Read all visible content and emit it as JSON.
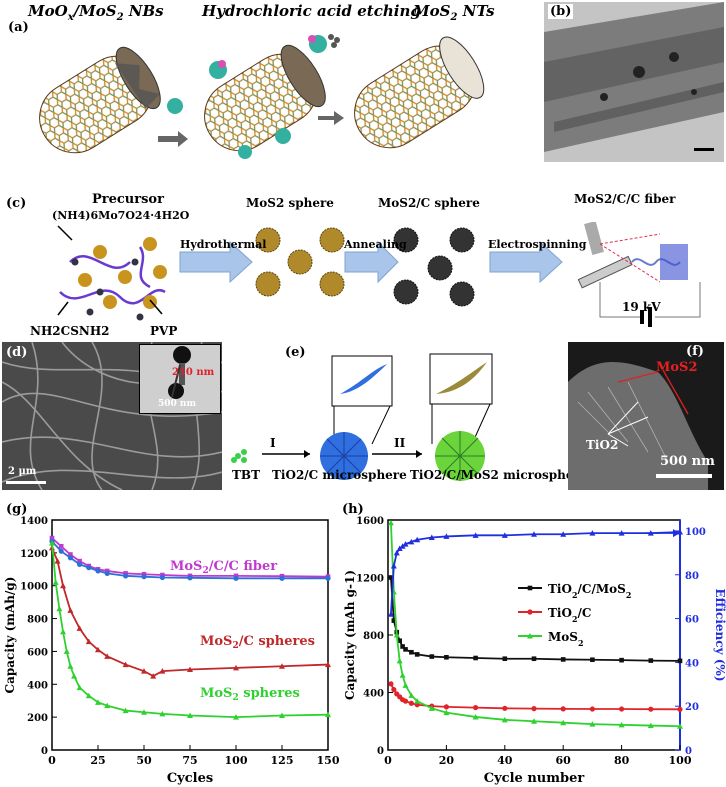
{
  "panel_a": {
    "label": "(a)",
    "title1_main": "MoO",
    "title1_sub": "x",
    "title1_rest": "/MoS",
    "title1_sub2": "2",
    "title1_end": " NBs",
    "title2": "Hydrochloric acid etching",
    "title3_main": "MoS",
    "title3_sub": "2",
    "title3_end": " NTs"
  },
  "panel_b": {
    "label": "(b)"
  },
  "panel_c": {
    "label": "(c)",
    "precursor": "Precursor",
    "formula": "(NH4)6Mo7O24·4H2O",
    "step1": "Hydrothermal",
    "step2": "Annealing",
    "step3": "Electrospinning",
    "sphere1": "MoS2 sphere",
    "sphere2": "MoS2/C sphere",
    "fiber": "MoS2/C/C fiber",
    "reagent": "NH2CSNH2",
    "pvp": "PVP",
    "voltage": "19 kV"
  },
  "panel_d": {
    "label": "(d)",
    "inset_value": "210 nm",
    "inset_scale": "500 nm",
    "scale": "2 μm"
  },
  "panel_e": {
    "label": "(e)",
    "step1": "I",
    "step2": "II",
    "tbt": "TBT",
    "micro1": "TiO2/C microsphere",
    "micro2": "TiO2/C/MoS2 microsphere"
  },
  "panel_f": {
    "label": "(f)",
    "mos2": "MoS2",
    "tio2": "TiO2",
    "scale": "500 nm"
  },
  "colors": {
    "blue_arrow": "#a9c6ea",
    "magenta": "#c03ad0",
    "red": "#c0282a",
    "green": "#2fd12f",
    "blue": "#1f2fe0"
  },
  "chart_data": [
    {
      "type": "line",
      "panel": "(g)",
      "xlabel": "Cycles",
      "ylabel": "Capacity (mAh/g)",
      "xlim": [
        0,
        150
      ],
      "ylim": [
        0,
        1400
      ],
      "xticks": [
        0,
        25,
        50,
        75,
        100,
        125,
        150
      ],
      "yticks": [
        0,
        200,
        400,
        600,
        800,
        1000,
        1200,
        1400
      ],
      "series": [
        {
          "name": "MoS2/C/C fiber",
          "color": "#c03ad0",
          "x": [
            0,
            5,
            10,
            15,
            20,
            25,
            30,
            40,
            50,
            60,
            75,
            100,
            125,
            150
          ],
          "y": [
            1290,
            1240,
            1190,
            1150,
            1120,
            1100,
            1090,
            1075,
            1070,
            1065,
            1060,
            1060,
            1058,
            1055
          ]
        },
        {
          "name": "",
          "color": "#2e6fd8",
          "x": [
            0,
            5,
            10,
            15,
            20,
            25,
            30,
            40,
            50,
            60,
            75,
            100,
            125,
            150
          ],
          "y": [
            1270,
            1210,
            1170,
            1130,
            1110,
            1090,
            1075,
            1060,
            1055,
            1050,
            1048,
            1045,
            1045,
            1045
          ]
        },
        {
          "name": "MoS2/C spheres",
          "color": "#c0282a",
          "x": [
            0,
            3,
            6,
            10,
            15,
            20,
            25,
            30,
            40,
            50,
            55,
            60,
            75,
            100,
            125,
            150
          ],
          "y": [
            1230,
            1150,
            1000,
            850,
            740,
            660,
            610,
            570,
            520,
            480,
            450,
            480,
            490,
            500,
            510,
            520
          ]
        },
        {
          "name": "MoS2 spheres",
          "color": "#2fd12f",
          "x": [
            0,
            2,
            4,
            6,
            8,
            10,
            12,
            15,
            20,
            25,
            30,
            40,
            50,
            60,
            75,
            100,
            125,
            150
          ],
          "y": [
            1260,
            1020,
            860,
            720,
            600,
            510,
            450,
            380,
            330,
            290,
            270,
            240,
            230,
            220,
            210,
            200,
            210,
            215
          ]
        }
      ]
    },
    {
      "type": "line",
      "panel": "(h)",
      "xlabel": "Cycle number",
      "ylabel": "Capacity (mAh g-1)",
      "y2label": "Efficiency (%)",
      "xlim": [
        0,
        100
      ],
      "ylim": [
        0,
        1600
      ],
      "y2lim": [
        0,
        105
      ],
      "xticks": [
        0,
        20,
        40,
        60,
        80,
        100
      ],
      "yticks": [
        0,
        400,
        800,
        1200,
        1600
      ],
      "y2ticks": [
        0,
        20,
        40,
        60,
        80,
        100
      ],
      "series": [
        {
          "name": "TiO2/C/MoS2",
          "color": "#111111",
          "axis": "left",
          "x": [
            1,
            2,
            3,
            4,
            5,
            6,
            8,
            10,
            15,
            20,
            30,
            40,
            50,
            60,
            70,
            80,
            90,
            100
          ],
          "y": [
            1200,
            900,
            820,
            760,
            720,
            700,
            680,
            665,
            650,
            645,
            640,
            635,
            635,
            630,
            628,
            625,
            622,
            620
          ]
        },
        {
          "name": "TiO2/C",
          "color": "#e0242a",
          "axis": "left",
          "x": [
            1,
            2,
            3,
            4,
            5,
            6,
            8,
            10,
            15,
            20,
            30,
            40,
            50,
            60,
            70,
            80,
            90,
            100
          ],
          "y": [
            460,
            420,
            390,
            370,
            350,
            340,
            325,
            315,
            305,
            300,
            295,
            290,
            288,
            286,
            285,
            285,
            284,
            283
          ]
        },
        {
          "name": "MoS2",
          "color": "#2fd12f",
          "axis": "left",
          "x": [
            1,
            2,
            3,
            4,
            5,
            6,
            8,
            10,
            15,
            20,
            30,
            40,
            50,
            60,
            70,
            80,
            90,
            100
          ],
          "y": [
            1580,
            1100,
            800,
            620,
            520,
            450,
            380,
            340,
            290,
            260,
            230,
            210,
            200,
            190,
            180,
            175,
            170,
            165
          ]
        },
        {
          "name": "Efficiency",
          "color": "#1f2fe0",
          "axis": "right",
          "x": [
            1,
            2,
            3,
            4,
            5,
            6,
            8,
            10,
            15,
            20,
            30,
            40,
            50,
            60,
            70,
            80,
            90,
            100
          ],
          "y": [
            62,
            84,
            90,
            92,
            93,
            94,
            95,
            96,
            97,
            97.5,
            98,
            98,
            98.5,
            98.5,
            99,
            99,
            99,
            99.5
          ]
        }
      ]
    }
  ]
}
